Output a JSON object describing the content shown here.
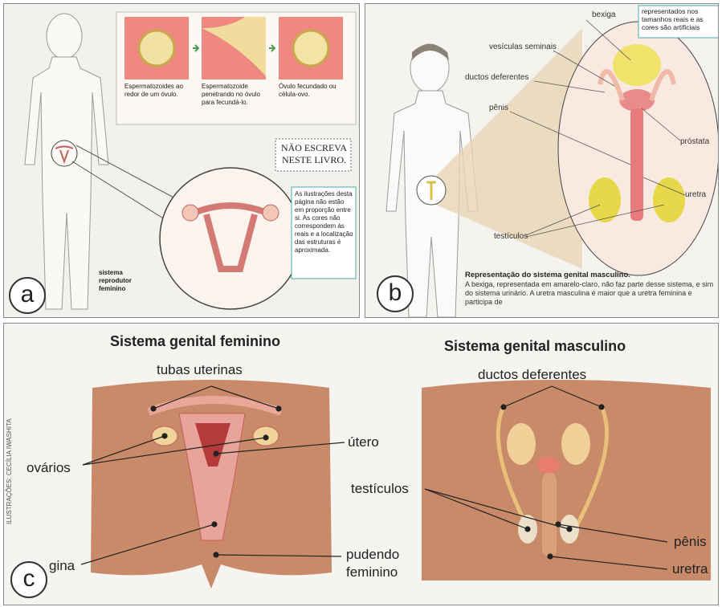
{
  "panel_a": {
    "letter": "a",
    "cap1": "Espermatozoides ao redor de um óvulo.",
    "cap2": "Espermatozoide penetrando no óvulo para fecundá-lo.",
    "cap3": "Óvulo fecundado ou célula-ovo.",
    "nao_escreva": "NÃO ESCREVA NESTE LIVRO.",
    "note": "As ilustrações desta página não estão em proporção entre si. As cores não correspondem às reais e a localização das estruturas é aproximada.",
    "body_label": "sistema reprodutor feminino"
  },
  "panel_b": {
    "letter": "b",
    "note_top": "representados nos tamanhos reais e as cores são artificiais",
    "bexiga": "bexiga",
    "vesiculas": "vesículas seminais",
    "ductos": "ductos deferentes",
    "penis": "pênis",
    "prostata": "próstata",
    "uretra": "uretra",
    "testiculos": "testículos",
    "caption_title": "Representação do sistema genital masculino.",
    "caption_body": "A bexiga, representada em amarelo-claro, não faz parte desse sistema, e sim do sistema urinário. A uretra masculina é maior que a uretra feminina e participa de"
  },
  "panel_c": {
    "letter": "c",
    "credit": "ILUSTRAÇÕES: CECÍLIA IWASHITA",
    "title_fem": "Sistema genital feminino",
    "title_masc": "Sistema genital masculino",
    "tubas": "tubas uterinas",
    "utero": "útero",
    "ovarios": "ovários",
    "vagina": "gina",
    "pudendo1": "pudendo",
    "pudendo2": "feminino",
    "ductos": "ductos deferentes",
    "testiculos": "testículos",
    "penis": "pênis",
    "uretra": "uretra"
  },
  "colors": {
    "skin": "#c98a6a",
    "tissue": "#e8a49a",
    "accent_green": "#4f9a4f"
  }
}
